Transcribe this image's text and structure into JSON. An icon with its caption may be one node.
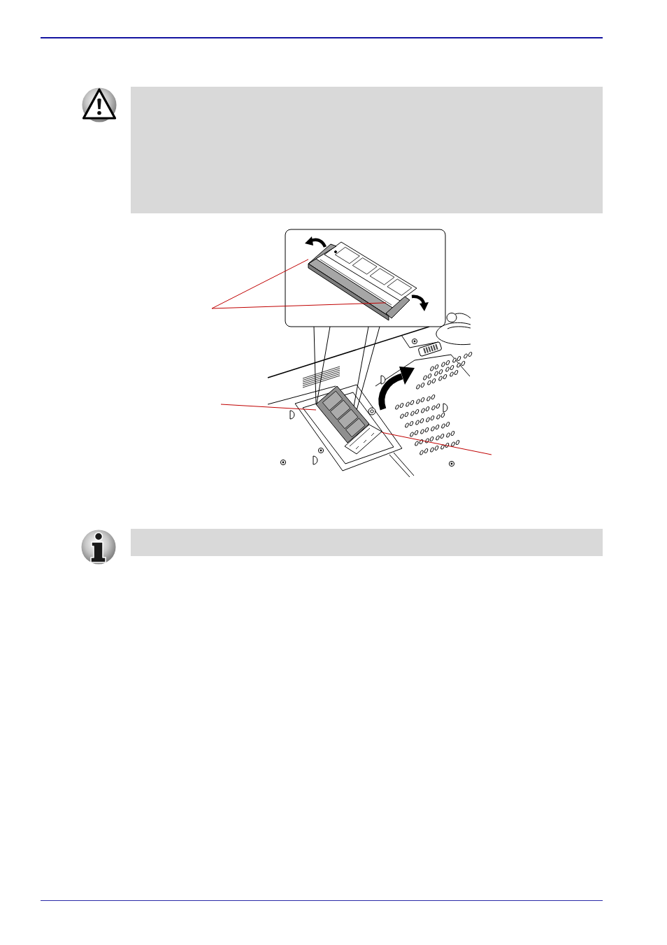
{
  "diagram": {
    "nodes": [
      {
        "text": [],
        "shape": "box"
      },
      {
        "text": [],
        "shape": "picture"
      },
      {
        "text": [],
        "shape": "picture"
      },
      {
        "text": [],
        "shape": "picture"
      },
      {
        "text": [],
        "shape": "picture"
      },
      {
        "text": [],
        "shape": "box"
      }
    ],
    "edges": [
      {
        "from": null,
        "to": 1,
        "arrow": "none"
      },
      {
        "from": null,
        "to": 2,
        "arrow": "none"
      },
      {
        "from": null,
        "to": 3,
        "arrow": "none"
      },
      {
        "from": null,
        "to": 4,
        "arrow": "none"
      }
    ]
  }
}
